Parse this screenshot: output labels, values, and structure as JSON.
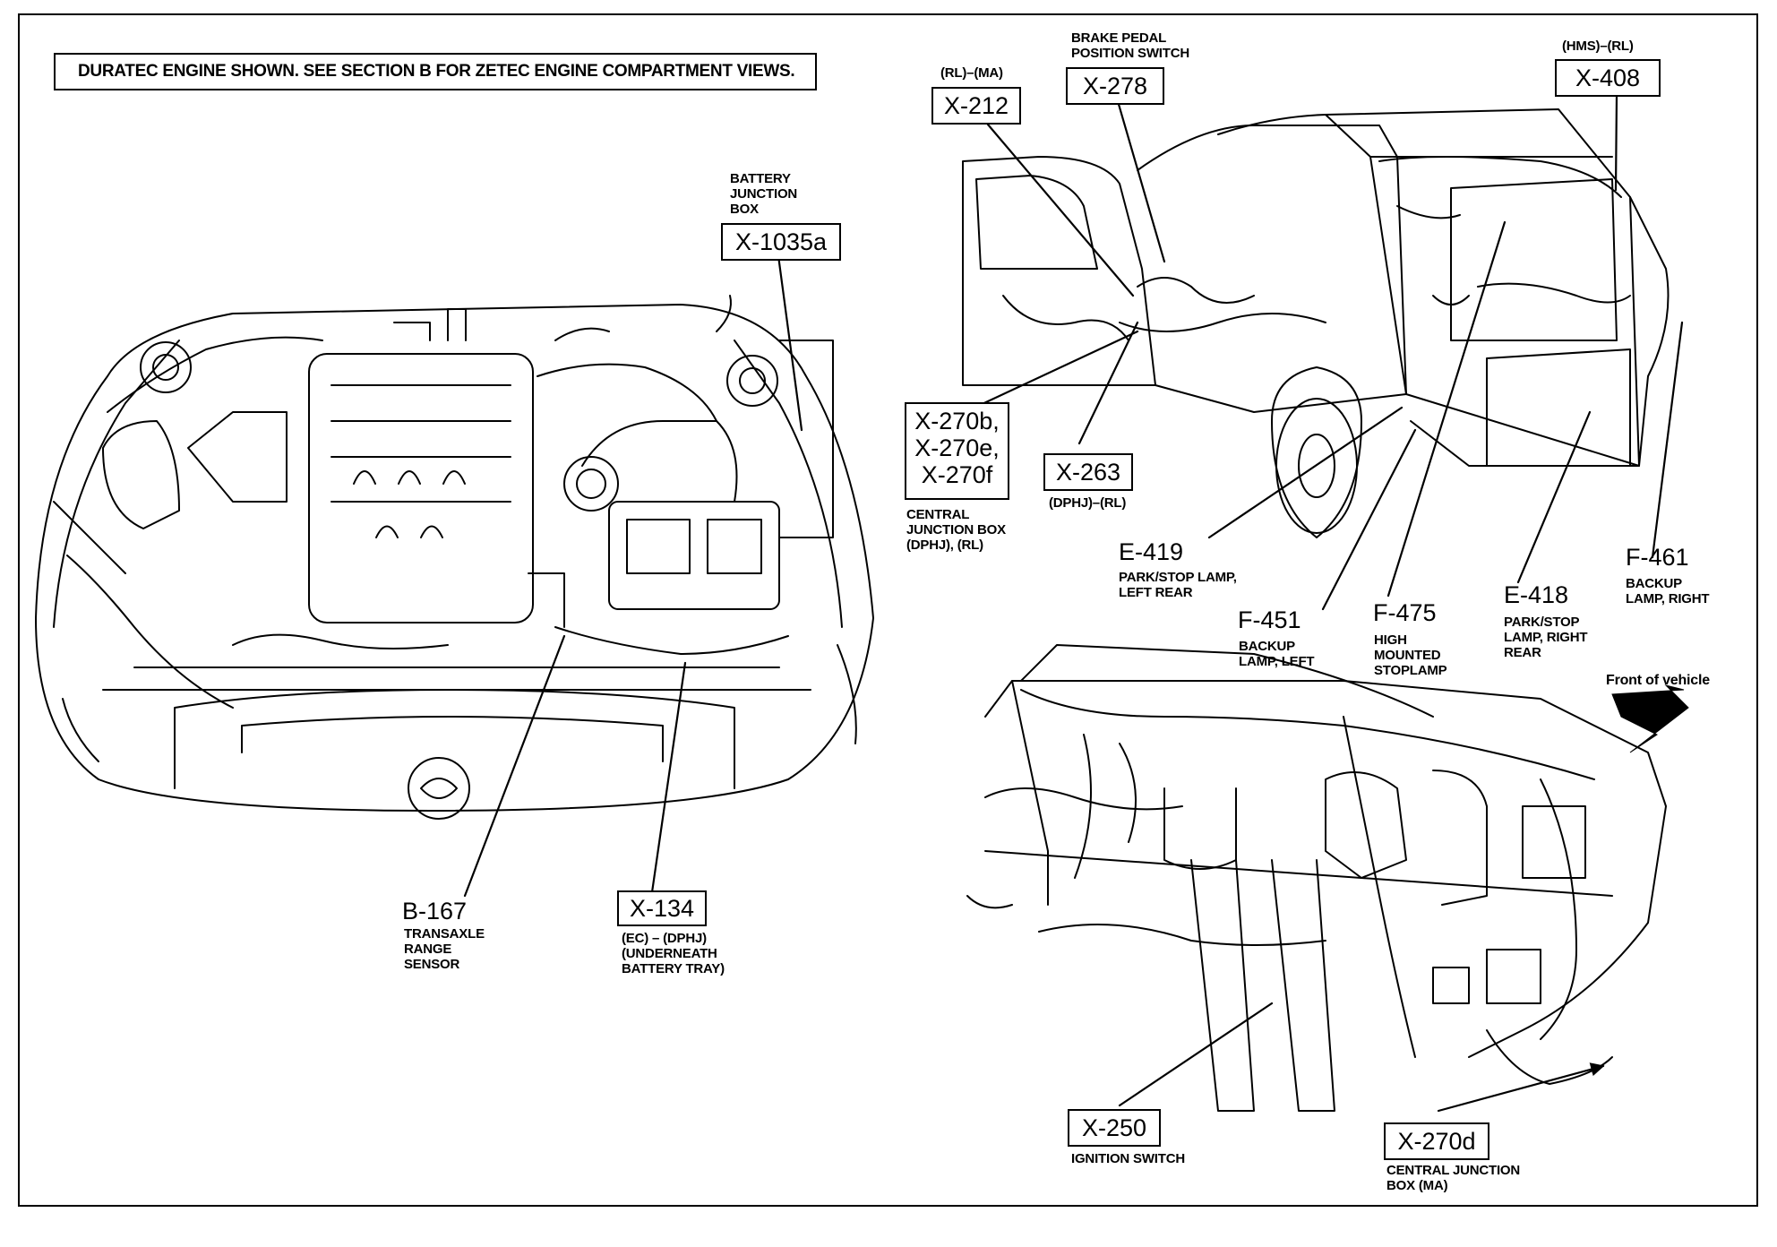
{
  "note": "DURATEC ENGINE SHOWN. SEE SECTION B FOR ZETEC ENGINE COMPARTMENT VIEWS.",
  "callouts": {
    "x1035a": {
      "id": "X-1035a",
      "desc": [
        "BATTERY",
        "JUNCTION",
        "BOX"
      ]
    },
    "b167": {
      "id": "B-167",
      "desc": [
        "TRANSAXLE",
        "RANGE",
        "SENSOR"
      ]
    },
    "x134": {
      "id": "X-134",
      "desc": [
        "(EC) – (DPHJ)",
        "(UNDERNEATH",
        "BATTERY TRAY)"
      ]
    },
    "x212": {
      "id": "X-212",
      "qual": "(RL)–(MA)"
    },
    "x278": {
      "id": "X-278",
      "desc": [
        "BRAKE PEDAL",
        "POSITION SWITCH"
      ]
    },
    "x408": {
      "id": "X-408",
      "qual": "(HMS)–(RL)"
    },
    "x270bef": {
      "ids": [
        "X-270b,",
        "X-270e,",
        "X-270f"
      ],
      "desc": [
        "CENTRAL",
        "JUNCTION BOX",
        "(DPHJ), (RL)"
      ]
    },
    "x263": {
      "id": "X-263",
      "qual": "(DPHJ)–(RL)"
    },
    "e419": {
      "id": "E-419",
      "desc": [
        "PARK/STOP LAMP,",
        "LEFT REAR"
      ]
    },
    "f451": {
      "id": "F-451",
      "desc": [
        "BACKUP",
        "LAMP, LEFT"
      ]
    },
    "f475": {
      "id": "F-475",
      "desc": [
        "HIGH",
        "MOUNTED",
        "STOPLAMP"
      ]
    },
    "e418": {
      "id": "E-418",
      "desc": [
        "PARK/STOP",
        "LAMP, RIGHT",
        "REAR"
      ]
    },
    "f461": {
      "id": "F-461",
      "desc": [
        "BACKUP",
        "LAMP, RIGHT"
      ]
    },
    "x250": {
      "id": "X-250",
      "desc": [
        "IGNITION SWITCH"
      ]
    },
    "x270d": {
      "id": "X-270d",
      "desc": [
        "CENTRAL JUNCTION",
        "BOX (MA)"
      ]
    }
  },
  "front_label": "Front of vehicle"
}
